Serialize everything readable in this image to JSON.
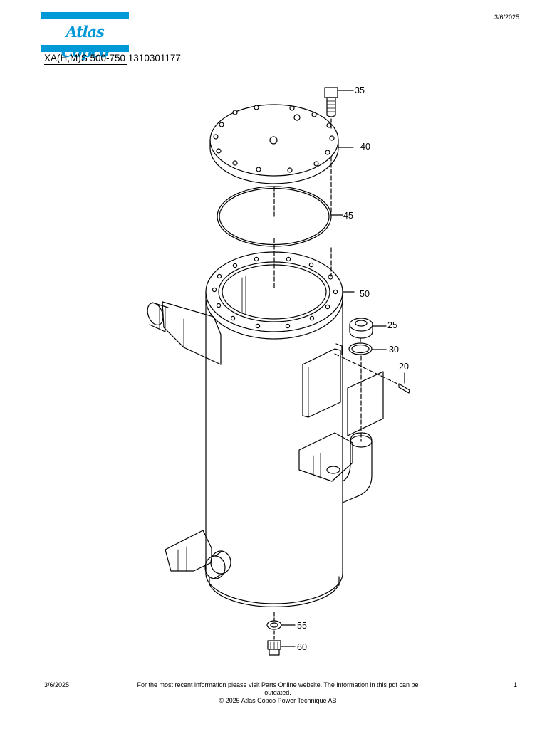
{
  "header": {
    "logo_text": "Atlas Copco",
    "date": "3/6/2025",
    "title": "XA(H,M)S 500-750 1310301177"
  },
  "drawing": {
    "callouts": [
      "35",
      "40",
      "45",
      "50",
      "25",
      "30",
      "20",
      "55",
      "60"
    ]
  },
  "footer": {
    "date": "3/6/2025",
    "notice_line1": "For the most recent information please visit Parts Online website. The information in this pdf can be",
    "notice_line2": "outdated.",
    "copyright": "© 2025 Atlas Copco Power Technique AB",
    "page_number": "1"
  }
}
